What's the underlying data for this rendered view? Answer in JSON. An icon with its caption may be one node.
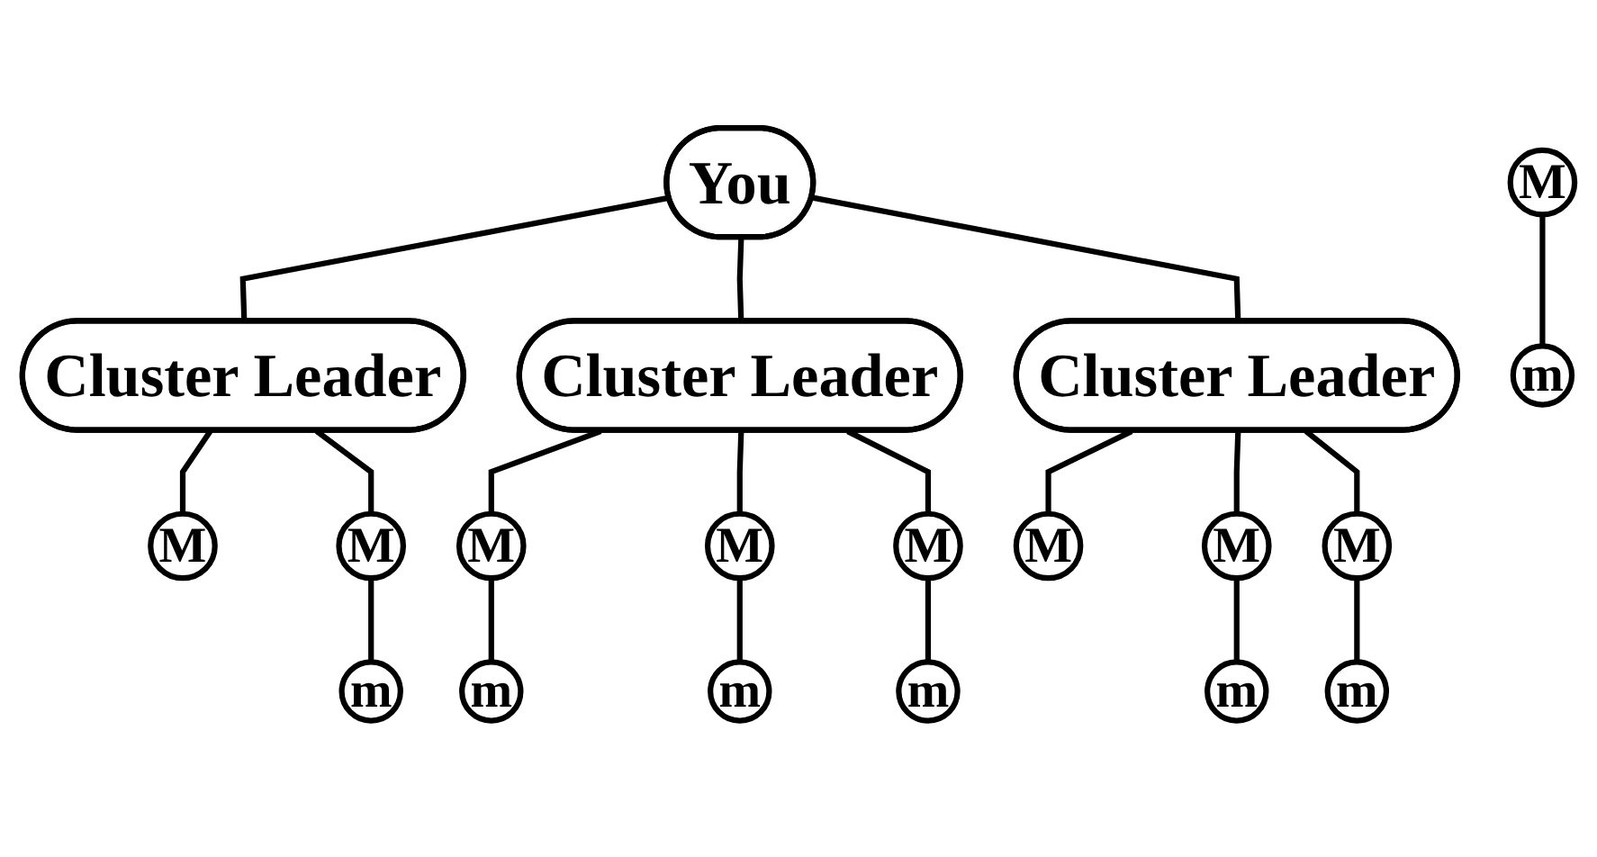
{
  "diagram": {
    "nodes": [
      {
        "text": [
          "You"
        ]
      },
      {
        "text": [
          "Cluster Leader"
        ]
      },
      {
        "text": [
          "Cluster Leader"
        ]
      },
      {
        "text": [
          "Cluster Leader"
        ]
      },
      {
        "text": [
          "M"
        ]
      },
      {
        "text": [
          "M"
        ]
      },
      {
        "text": [
          "M"
        ]
      },
      {
        "text": [
          "m"
        ]
      },
      {
        "text": [
          "m"
        ]
      },
      {
        "text": [
          "M"
        ]
      },
      {
        "text": [
          "M"
        ]
      },
      {
        "text": [
          "M"
        ]
      },
      {
        "text": [
          "m"
        ]
      },
      {
        "text": [
          "m"
        ]
      },
      {
        "text": [
          "m"
        ]
      },
      {
        "text": [
          "M"
        ]
      },
      {
        "text": [
          "M"
        ]
      },
      {
        "text": [
          "M"
        ]
      },
      {
        "text": [
          "m"
        ]
      },
      {
        "text": [
          "m"
        ]
      }
    ],
    "edges": [
      {
        "from": 0,
        "to": 1,
        "arrow": "none"
      },
      {
        "from": 0,
        "to": 2,
        "arrow": "none"
      },
      {
        "from": 0,
        "to": 3,
        "arrow": "none"
      },
      {
        "from": 1,
        "to": 4,
        "arrow": "none"
      },
      {
        "from": 1,
        "to": 6,
        "arrow": "none"
      },
      {
        "from": 5,
        "to": 7,
        "arrow": "none"
      },
      {
        "from": 6,
        "to": 8,
        "arrow": "none"
      },
      {
        "from": 2,
        "to": 9,
        "arrow": "none"
      },
      {
        "from": 2,
        "to": 10,
        "arrow": "none"
      },
      {
        "from": 2,
        "to": 11,
        "arrow": "none"
      },
      {
        "from": 9,
        "to": 12,
        "arrow": "none"
      },
      {
        "from": 10,
        "to": 13,
        "arrow": "none"
      },
      {
        "from": 11,
        "to": 14,
        "arrow": "none"
      },
      {
        "from": 3,
        "to": 15,
        "arrow": "none"
      },
      {
        "from": 3,
        "to": 16,
        "arrow": "none"
      },
      {
        "from": 3,
        "to": 17,
        "arrow": "none"
      },
      {
        "from": 16,
        "to": 18,
        "arrow": "none"
      },
      {
        "from": 17,
        "to": 19,
        "arrow": "none"
      }
    ]
  }
}
